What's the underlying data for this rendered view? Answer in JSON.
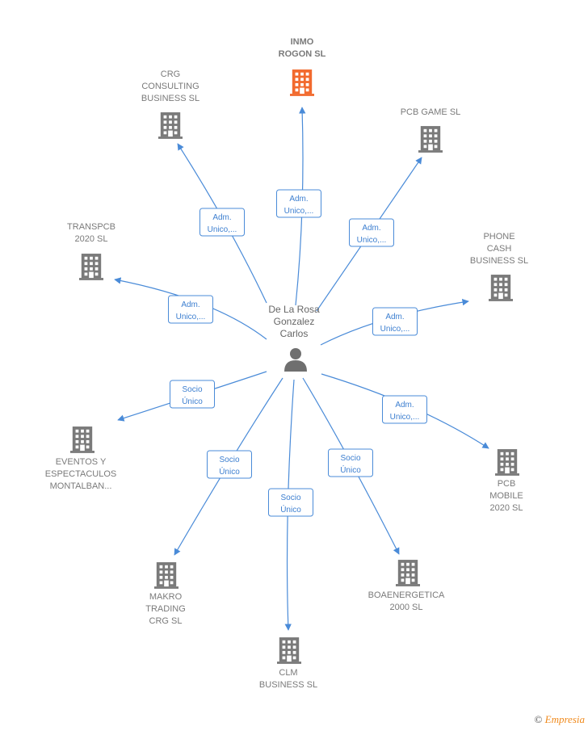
{
  "center": {
    "name_lines": [
      "De La Rosa",
      "Gonzalez",
      "Carlos"
    ],
    "icon": "person-icon"
  },
  "colors": {
    "highlight": "#f26a2e",
    "company": "#7a7a7a",
    "edge": "#4a8bd8",
    "brand": "#f08a1c"
  },
  "companies": [
    {
      "id": "inmo-rogon",
      "lines": [
        "INMO",
        "ROGON  SL"
      ],
      "highlight": true,
      "relation": [
        "Adm.",
        "Unico,..."
      ]
    },
    {
      "id": "crg-consulting",
      "lines": [
        "CRG",
        "CONSULTING",
        "BUSINESS  SL"
      ],
      "relation": [
        "Adm.",
        "Unico,..."
      ]
    },
    {
      "id": "pcb-game",
      "lines": [
        "PCB GAME  SL"
      ],
      "relation": [
        "Adm.",
        "Unico,..."
      ]
    },
    {
      "id": "transpcb",
      "lines": [
        "TRANSPCB",
        "2020  SL"
      ],
      "relation": [
        "Adm.",
        "Unico,..."
      ]
    },
    {
      "id": "phone-cash",
      "lines": [
        "PHONE",
        "CASH",
        "BUSINESS  SL"
      ],
      "relation": [
        "Adm.",
        "Unico,..."
      ]
    },
    {
      "id": "eventos",
      "lines": [
        "EVENTOS Y",
        "ESPECTACULOS",
        "MONTALBAN..."
      ],
      "relation": [
        "Socio",
        "Único"
      ]
    },
    {
      "id": "pcb-mobile",
      "lines": [
        "PCB",
        "MOBILE",
        "2020  SL"
      ],
      "relation": [
        "Adm.",
        "Unico,..."
      ]
    },
    {
      "id": "makro-trading",
      "lines": [
        "MAKRO",
        "TRADING",
        "CRG  SL"
      ],
      "relation": [
        "Socio",
        "Único"
      ]
    },
    {
      "id": "boaenergetica",
      "lines": [
        "BOAENERGETICA",
        "2000  SL"
      ],
      "relation": [
        "Socio",
        "Único"
      ]
    },
    {
      "id": "clm-business",
      "lines": [
        "CLM",
        "BUSINESS  SL"
      ],
      "relation": [
        "Socio",
        "Único"
      ]
    }
  ],
  "footer": {
    "copyright": "©",
    "brand": "Empresia"
  }
}
